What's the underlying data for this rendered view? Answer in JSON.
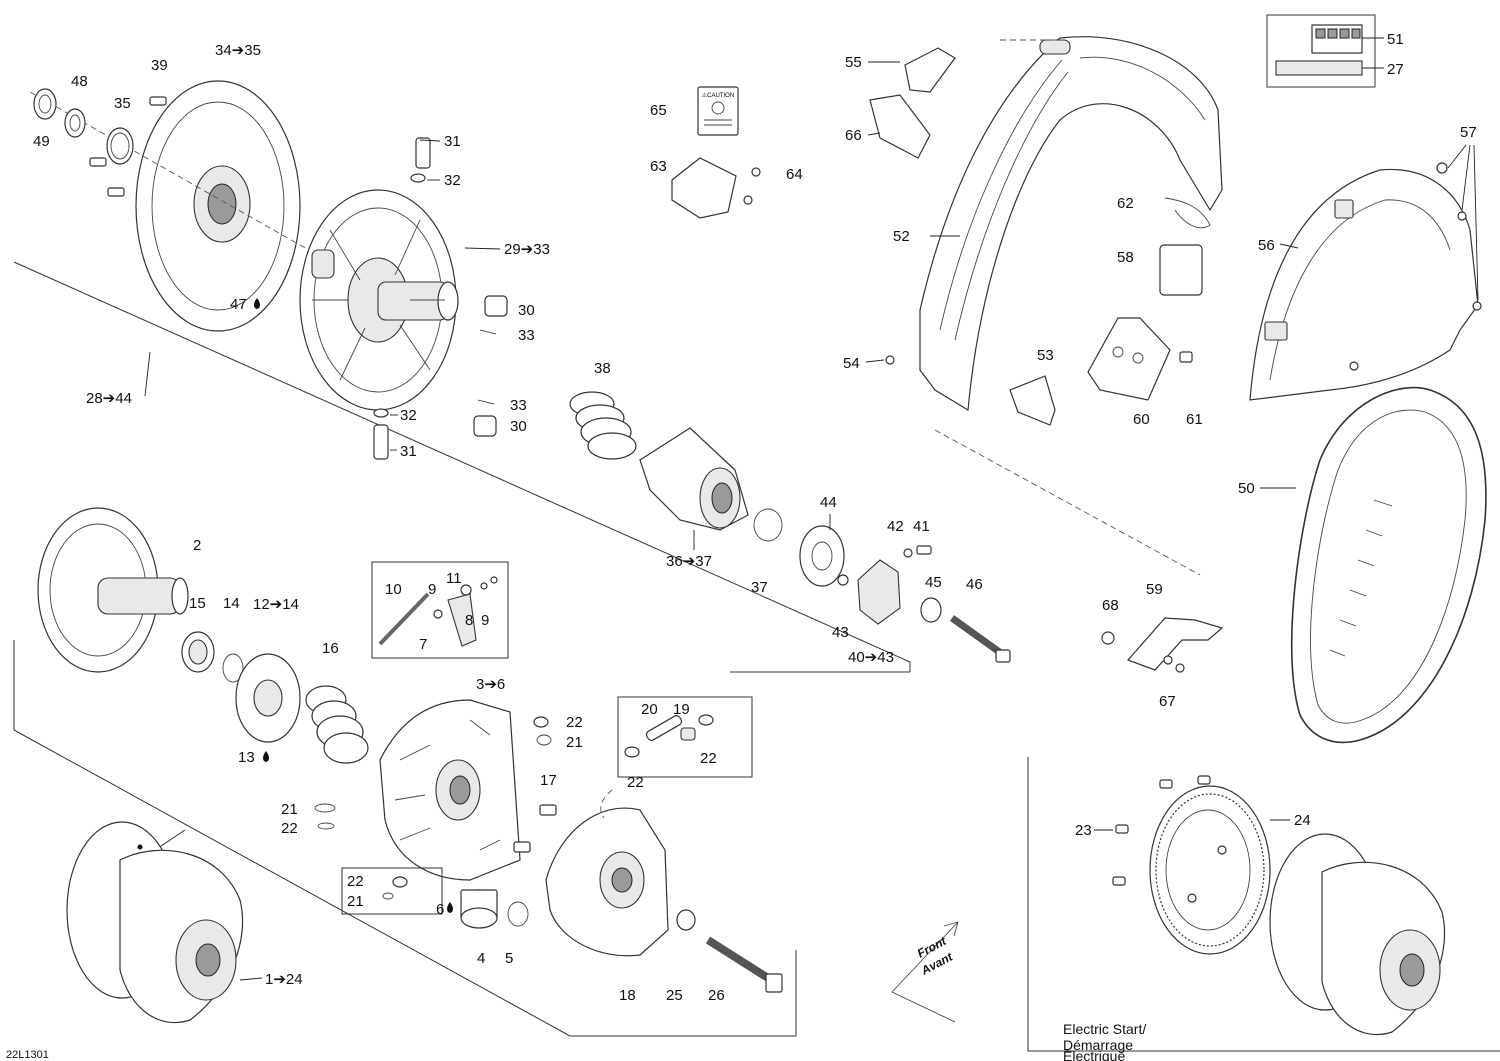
{
  "diagram": {
    "labels": {
      "l2": "2",
      "l35": "34➔35",
      "l39": "39",
      "l48": "48",
      "l35b": "35",
      "l49": "49",
      "l31a": "31",
      "l32a": "32",
      "l2933": "29➔33",
      "l47": "47",
      "l30a": "30",
      "l33a": "33",
      "l2844": "28➔44",
      "l32b": "32",
      "l33b": "33",
      "l30b": "30",
      "l31b": "31",
      "l38": "38",
      "l65": "65",
      "l63": "63",
      "l64": "64",
      "l55": "55",
      "l66": "66",
      "l52": "52",
      "l62": "62",
      "l58": "58",
      "l54": "54",
      "l53": "53",
      "l60": "60",
      "l61": "61",
      "l51": "51",
      "l27": "27",
      "l57": "57",
      "l56": "56",
      "l50": "50",
      "l3637": "36➔37",
      "l37": "37",
      "l44": "44",
      "l42": "42",
      "l41": "41",
      "l45": "45",
      "l46": "46",
      "l43": "43",
      "l4043": "40➔43",
      "l15": "15",
      "l14": "14",
      "l1214": "12➔14",
      "l16": "16",
      "l10": "10",
      "l9a": "9",
      "l11": "11",
      "l8": "8",
      "l9b": "9",
      "l7": "7",
      "l36": "3➔6",
      "l22a": "22",
      "l21a": "21",
      "l13": "13",
      "l20": "20",
      "l19": "19",
      "l22b": "22",
      "l22c": "22",
      "l17": "17",
      "l21b": "21",
      "l22d": "22",
      "l22e": "22",
      "l21c": "21",
      "l6": "6",
      "l4": "4",
      "l5": "5",
      "l18": "18",
      "l25": "25",
      "l26": "26",
      "l124": "1➔24",
      "l68": "68",
      "l59": "59",
      "l67": "67",
      "l23": "23",
      "l24": "24"
    },
    "front_label": "Front",
    "avant_label": "Avant",
    "electric_start": [
      "Electric Start/",
      "Démarrage",
      "Électrique"
    ],
    "drawing_code": "22L1301",
    "caution_title": "⚠CAUTION"
  }
}
